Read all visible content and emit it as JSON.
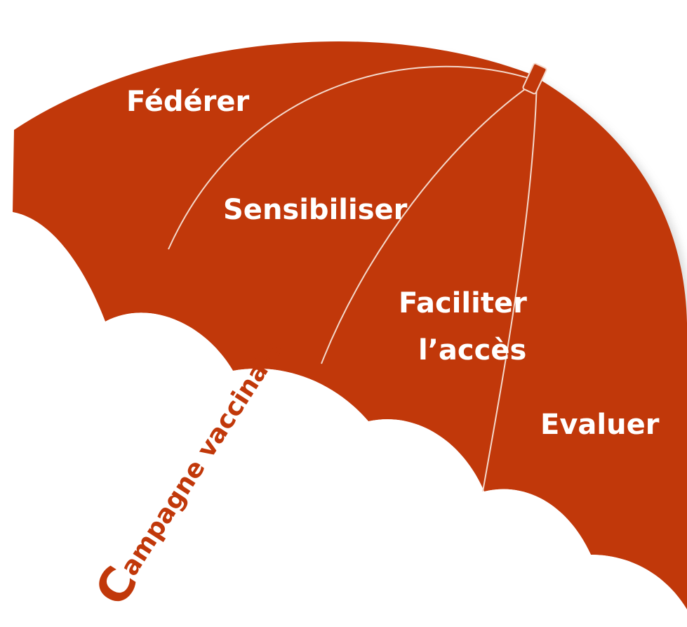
{
  "diagram": {
    "segments": [
      {
        "label": "Fédérer"
      },
      {
        "label": "Sensibiliser"
      },
      {
        "label": "Faciliter",
        "label2": "l’accès"
      },
      {
        "label": "Evaluer"
      }
    ],
    "handle": {
      "initial": "C",
      "text": "ampagne vaccinale"
    },
    "colors": {
      "canopy": "#C1380A",
      "rib": "#F4D9CC",
      "handle_text": "#C1380A",
      "background": "#ffffff"
    }
  }
}
